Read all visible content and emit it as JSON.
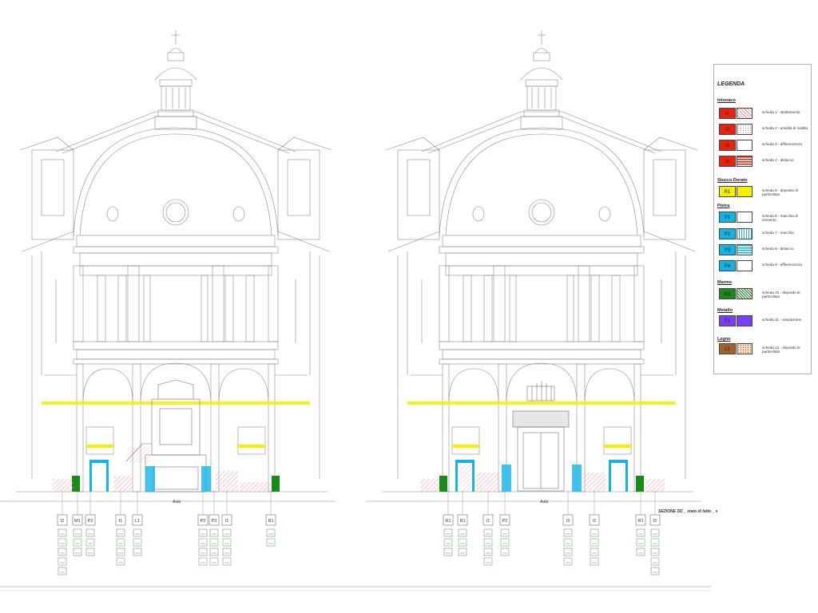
{
  "legend": {
    "title": "LEGENDA",
    "groups": [
      {
        "name": "Intonaco",
        "entries": [
          {
            "code": "I1",
            "color": "#e8220c",
            "pattern": "diag",
            "desc": "scheda 1 - sbollamento"
          },
          {
            "code": "I2",
            "color": "#e8220c",
            "pattern": "dots",
            "desc": "scheda 2 - umidità di risalita"
          },
          {
            "code": "I3",
            "color": "#e8220c",
            "pattern": "blank",
            "desc": "scheda 3 - efflorescenza"
          },
          {
            "code": "I4",
            "color": "#e8220c",
            "pattern": "hstripes-red",
            "desc": "scheda 4 - distacco"
          }
        ]
      },
      {
        "name": "Stucco Dorato",
        "entries": [
          {
            "code": "R1",
            "color": "#f5f000",
            "pattern": "yellow",
            "desc": "scheda 5 - deposito di particellato"
          }
        ]
      },
      {
        "name": "Pietra",
        "entries": [
          {
            "code": "P1",
            "color": "#12b4e6",
            "pattern": "blank",
            "desc": "scheda 6 - macchia di cemento"
          },
          {
            "code": "P2",
            "color": "#12b4e6",
            "pattern": "grid-blue",
            "desc": "scheda 7 - macchia"
          },
          {
            "code": "P3",
            "color": "#12b4e6",
            "pattern": "hstripes-blue",
            "desc": "scheda 8 - distacco"
          },
          {
            "code": "P4",
            "color": "#12b4e6",
            "pattern": "blank",
            "desc": "scheda 9 - efflorescenza"
          }
        ]
      },
      {
        "name": "Marmo",
        "entries": [
          {
            "code": "M1",
            "color": "#1a8a1a",
            "pattern": "green",
            "desc": "scheda 10 - deposito di particellato"
          }
        ]
      },
      {
        "name": "Metallo",
        "entries": [
          {
            "code": "F1",
            "color": "#7a3ff0",
            "pattern": "purple",
            "desc": "scheda 11 - ossidazione"
          }
        ]
      },
      {
        "name": "Legno",
        "entries": [
          {
            "code": "L1",
            "color": "#a0632a",
            "pattern": "brown",
            "desc": "scheda 12 - deposito di particellato"
          }
        ]
      }
    ]
  },
  "captions": {
    "aula_left": "Aula",
    "aula_right": "Aula",
    "section_title": "SEZIONE DD _ stato di fatto _ s"
  },
  "left_labels": [
    "I2",
    "M1",
    "P2",
    "I1",
    "L1",
    "P2",
    "P3",
    "I1",
    "R1"
  ],
  "right_labels": [
    "R1",
    "R1",
    "I1",
    "P2",
    "I3",
    "I1",
    "R1",
    "I2"
  ],
  "colors": {
    "line": "#8a8a8a",
    "red": "#e8220c",
    "yellow": "#f5f000",
    "blue": "#12b4e6",
    "green": "#1a8a1a"
  }
}
